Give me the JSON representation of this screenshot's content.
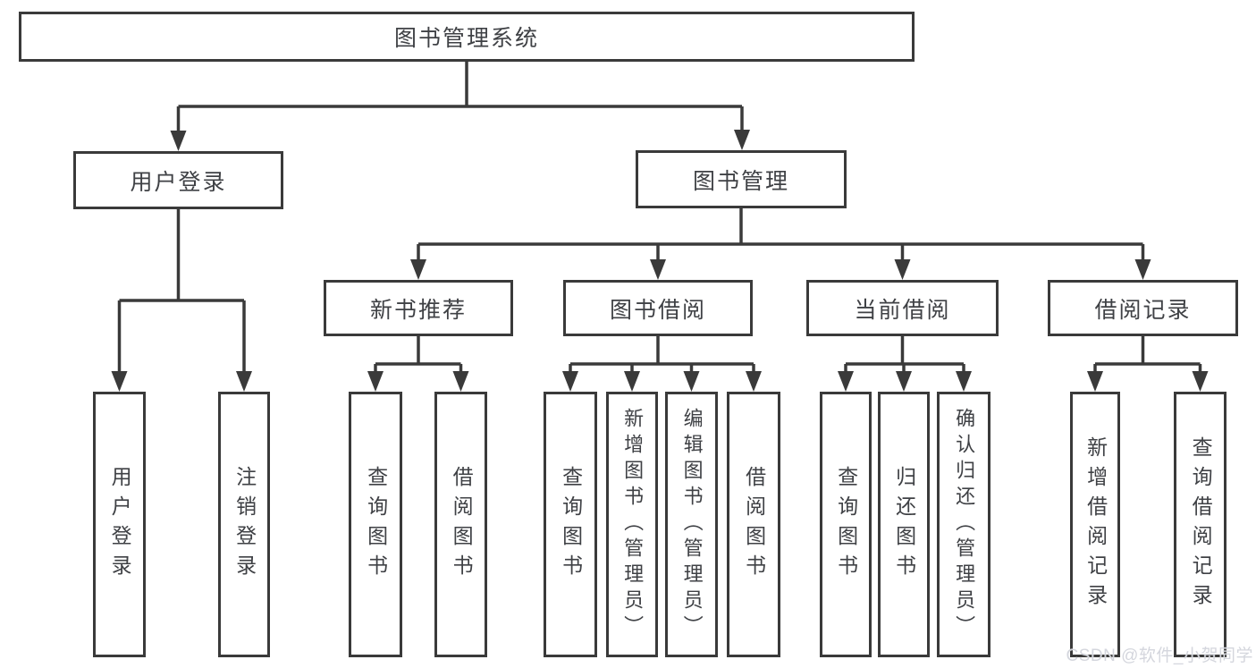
{
  "diagram": {
    "title": "图书管理系统",
    "root": {
      "label": "图书管理系统"
    },
    "level2": [
      {
        "id": "user-login",
        "label": "用户登录"
      },
      {
        "id": "book-management",
        "label": "图书管理"
      }
    ],
    "level3": [
      {
        "id": "new-book-recommend",
        "label": "新书推荐",
        "parent": "图书管理"
      },
      {
        "id": "book-borrowing",
        "label": "图书借阅",
        "parent": "图书管理"
      },
      {
        "id": "current-borrowing",
        "label": "当前借阅",
        "parent": "图书管理"
      },
      {
        "id": "borrowing-records",
        "label": "借阅记录",
        "parent": "图书管理"
      }
    ],
    "leaves": [
      {
        "label": "用户登录",
        "parent": "用户登录"
      },
      {
        "label": "注销登录",
        "parent": "用户登录"
      },
      {
        "label": "查询图书",
        "parent": "新书推荐"
      },
      {
        "label": "借阅图书",
        "parent": "新书推荐"
      },
      {
        "label": "查询图书",
        "parent": "图书借阅"
      },
      {
        "label": "新增图书（管理员）",
        "parent": "图书借阅"
      },
      {
        "label": "编辑图书（管理员）",
        "parent": "图书借阅"
      },
      {
        "label": "借阅图书",
        "parent": "图书借阅"
      },
      {
        "label": "查询图书",
        "parent": "当前借阅"
      },
      {
        "label": "归还图书",
        "parent": "当前借阅"
      },
      {
        "label": "确认归还（管理员）",
        "parent": "当前借阅"
      },
      {
        "label": "新增借阅记录",
        "parent": "借阅记录"
      },
      {
        "label": "查询借阅记录",
        "parent": "借阅记录"
      }
    ]
  },
  "watermark": {
    "text": "CSDN @软件_小贺同学"
  },
  "colors": {
    "line": "#3a3a3a",
    "text": "#3f4145",
    "background": "#ffffff",
    "watermark": "#d0d2da"
  }
}
